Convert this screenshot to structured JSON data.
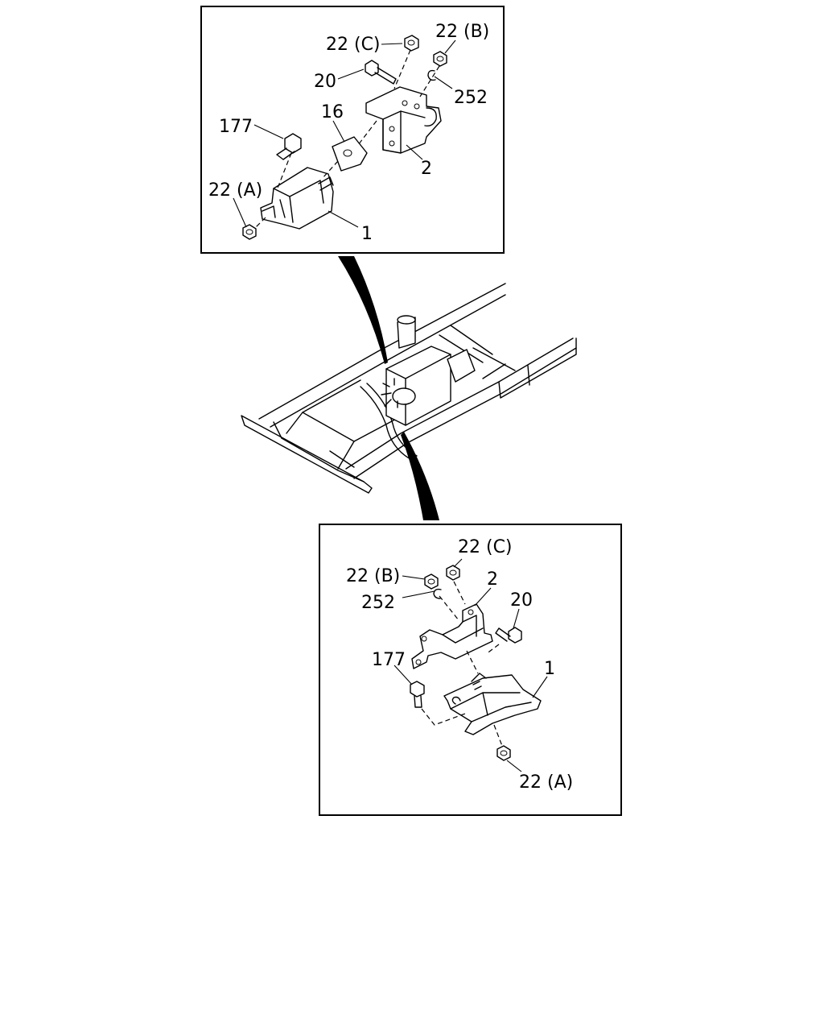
{
  "diagram": {
    "top_panel": {
      "callouts": [
        "22 (C)",
        "22 (B)",
        "20",
        "252",
        "16",
        "177",
        "2",
        "22 (A)",
        "1"
      ]
    },
    "bottom_panel": {
      "callouts": [
        "22 (C)",
        "22 (B)",
        "2",
        "252",
        "20",
        "177",
        "1",
        "22 (A)"
      ]
    }
  }
}
